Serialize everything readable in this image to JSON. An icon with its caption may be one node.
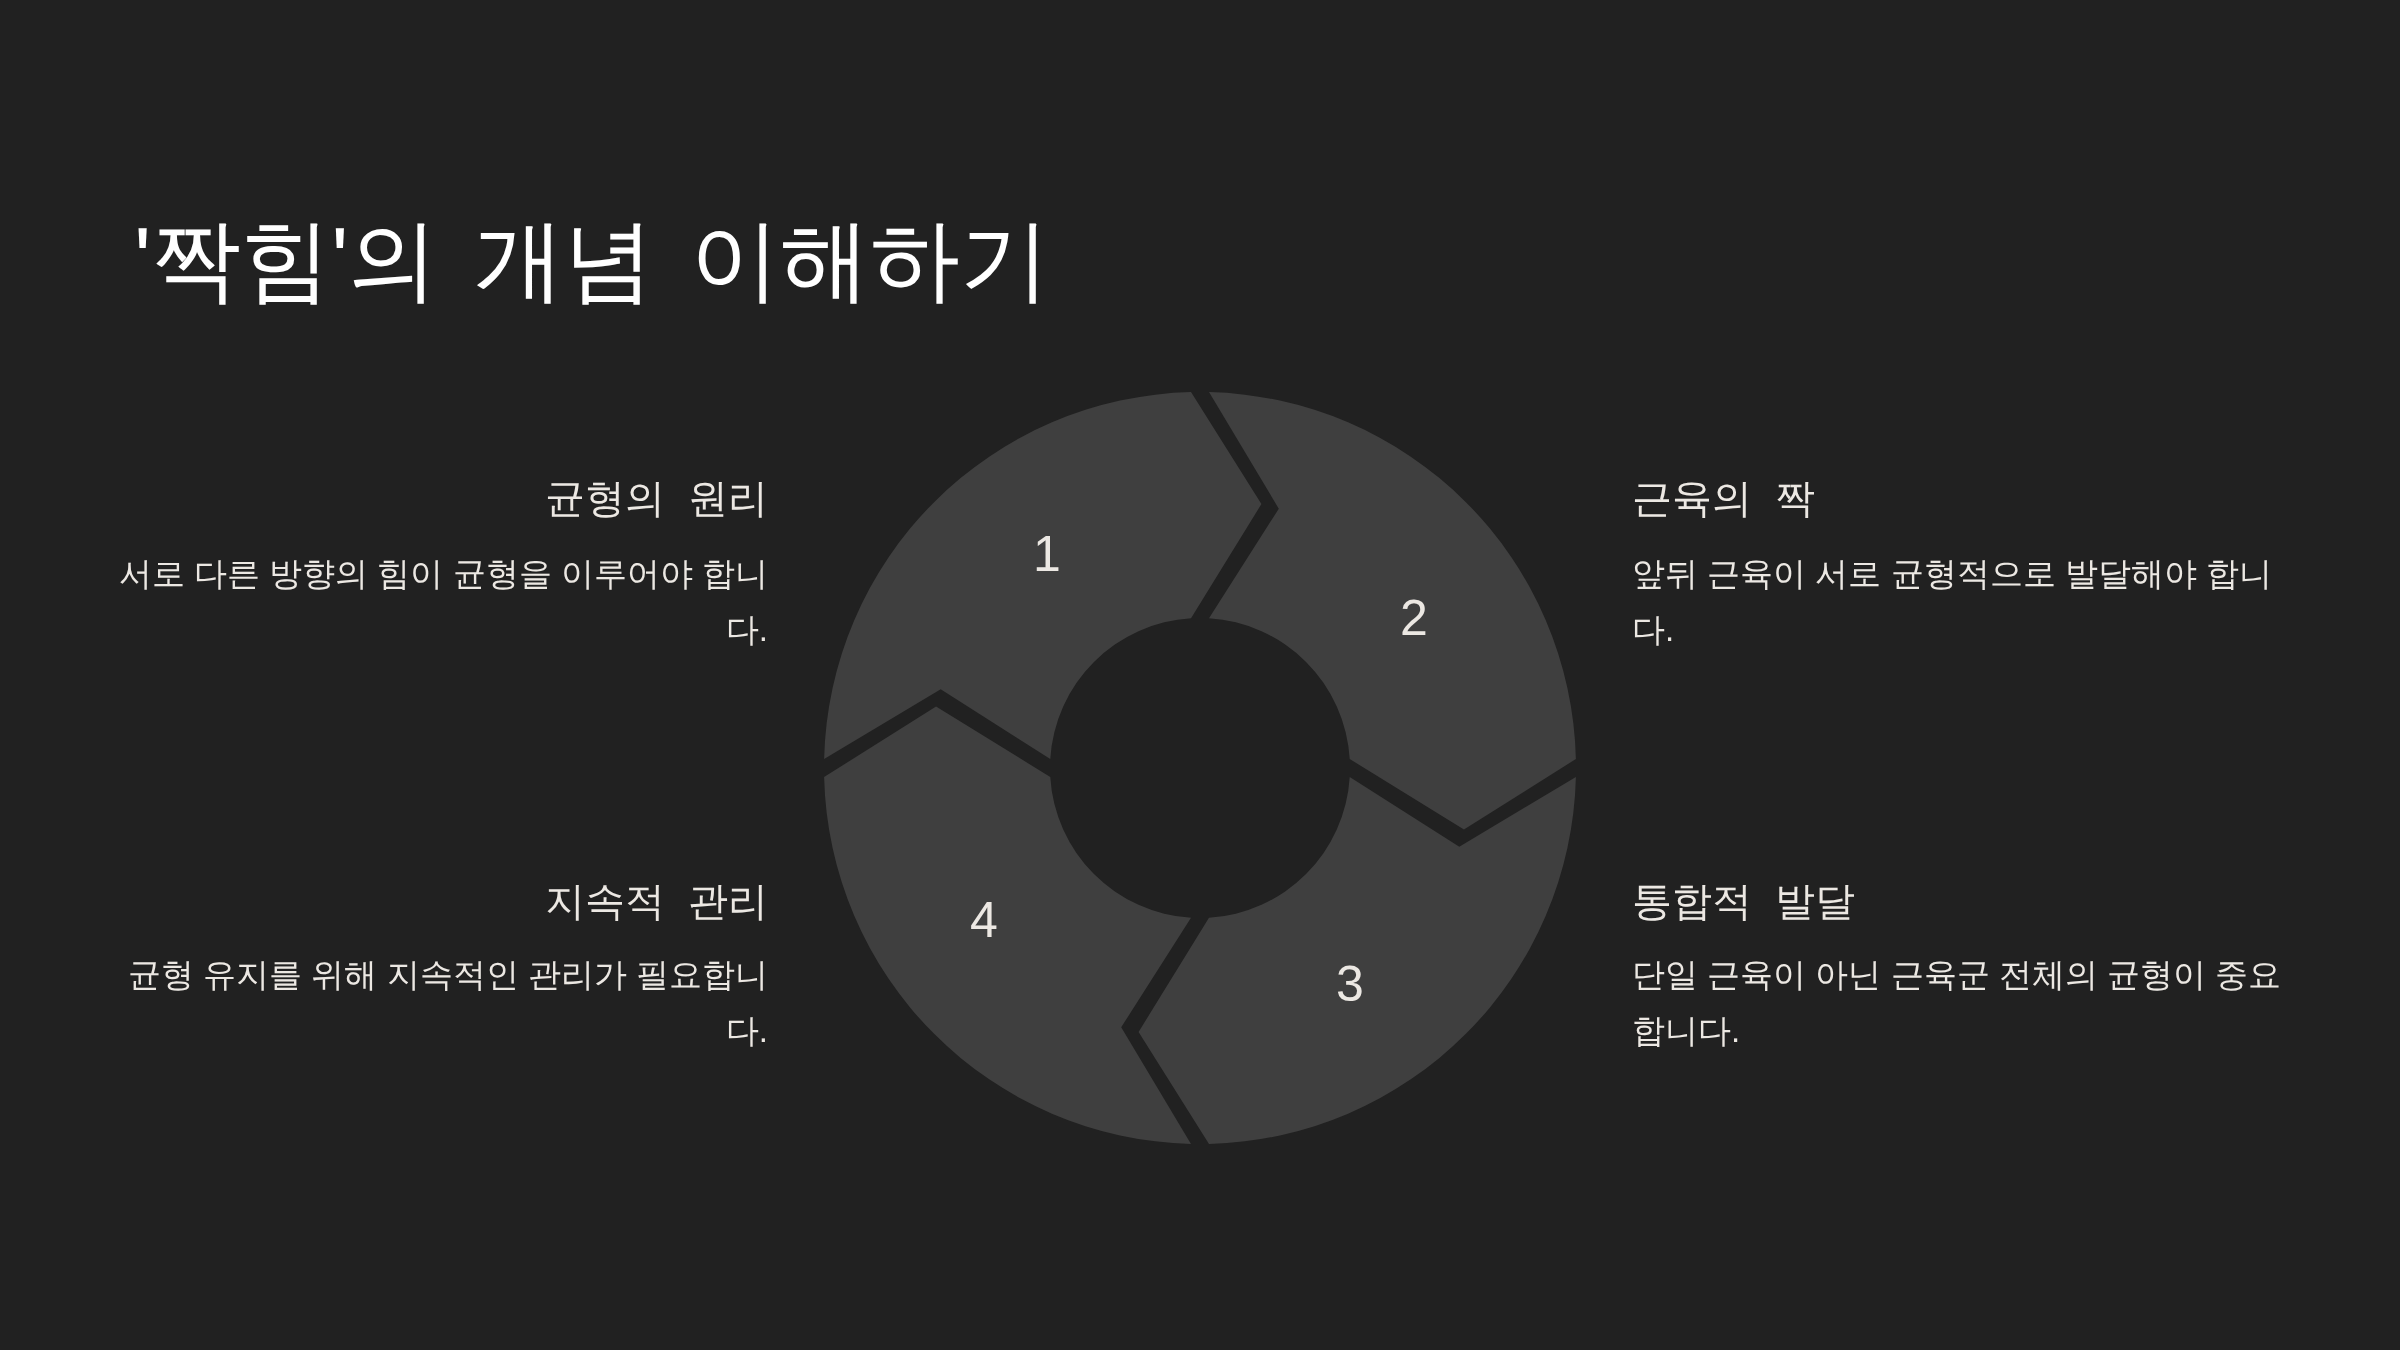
{
  "diagram": {
    "title": "'짝힘'의 개념 이해하기",
    "nodes": [
      {
        "text": [
          "1"
        ],
        "beside": [
          "균형의 원리",
          "서로 다른 방향의 힘이 균형을 이루어야 합니다."
        ]
      },
      {
        "text": [
          "2"
        ],
        "beside": [
          "근육의 짝",
          "앞뒤 근육이 서로 균형적으로 발달해야 합니다."
        ]
      },
      {
        "text": [
          "3"
        ],
        "beside": [
          "통합적 발달",
          "단일 근육이 아닌 근육군 전체의 균형이 중요합니다."
        ]
      },
      {
        "text": [
          "4"
        ],
        "beside": [
          "지속적 관리",
          "균형 유지를 위해 지속적인 관리가 필요합니다."
        ]
      }
    ]
  }
}
